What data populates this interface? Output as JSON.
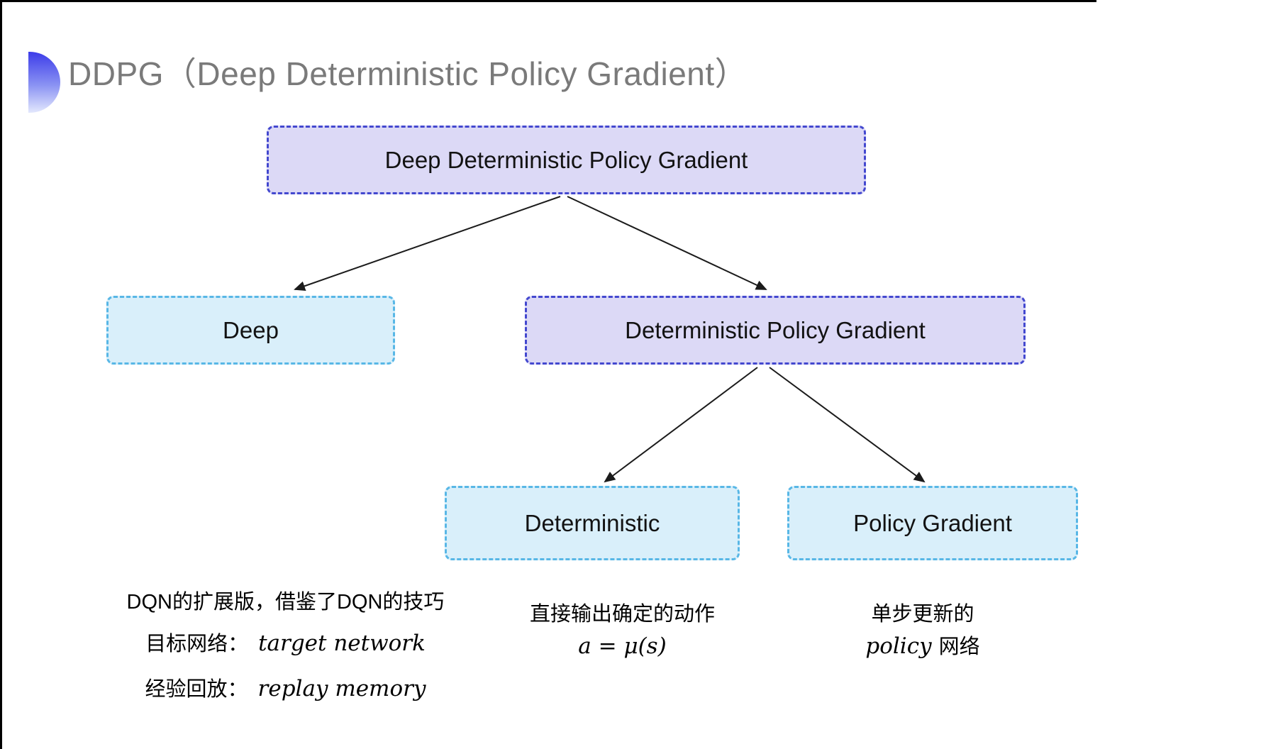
{
  "header": {
    "title": "DDPG（Deep Deterministic Policy Gradient）",
    "accent_icon": "half-circle-gradient"
  },
  "diagram": {
    "nodes": {
      "root": {
        "label": "Deep Deterministic Policy Gradient",
        "variant": "purple"
      },
      "deep": {
        "label": "Deep",
        "variant": "cyan"
      },
      "dpg": {
        "label": "Deterministic Policy Gradient",
        "variant": "purple"
      },
      "deterministic": {
        "label": "Deterministic",
        "variant": "cyan"
      },
      "policy_gradient": {
        "label": "Policy Gradient",
        "variant": "cyan"
      }
    },
    "edges": [
      {
        "from": "root",
        "to": "deep"
      },
      {
        "from": "root",
        "to": "dpg"
      },
      {
        "from": "dpg",
        "to": "deterministic"
      },
      {
        "from": "dpg",
        "to": "policy_gradient"
      }
    ]
  },
  "notes": {
    "deep": {
      "line1": "DQN的扩展版，借鉴了DQN的技巧",
      "line2_label": "目标网络：",
      "line2_term": "target network",
      "line3_label": "经验回放：",
      "line3_term": "replay memory"
    },
    "deterministic": {
      "line1": "直接输出确定的动作",
      "line2_formula": "a = μ(s)"
    },
    "policy_gradient": {
      "line1": "单步更新的",
      "line2_term": "policy",
      "line2_suffix": "网络"
    }
  },
  "colors": {
    "purple_node_fill": "#dcd9f6",
    "purple_node_border": "#4348cf",
    "cyan_node_fill": "#d9effa",
    "cyan_node_border": "#58b7e6",
    "title_text": "#7a7a7a",
    "node_text": "#121212",
    "arrow": "#1b1b1b",
    "accent_gradient_top": "#3c3ce9",
    "accent_gradient_bottom": "#e3e8fd",
    "frame_line": "#000000"
  }
}
